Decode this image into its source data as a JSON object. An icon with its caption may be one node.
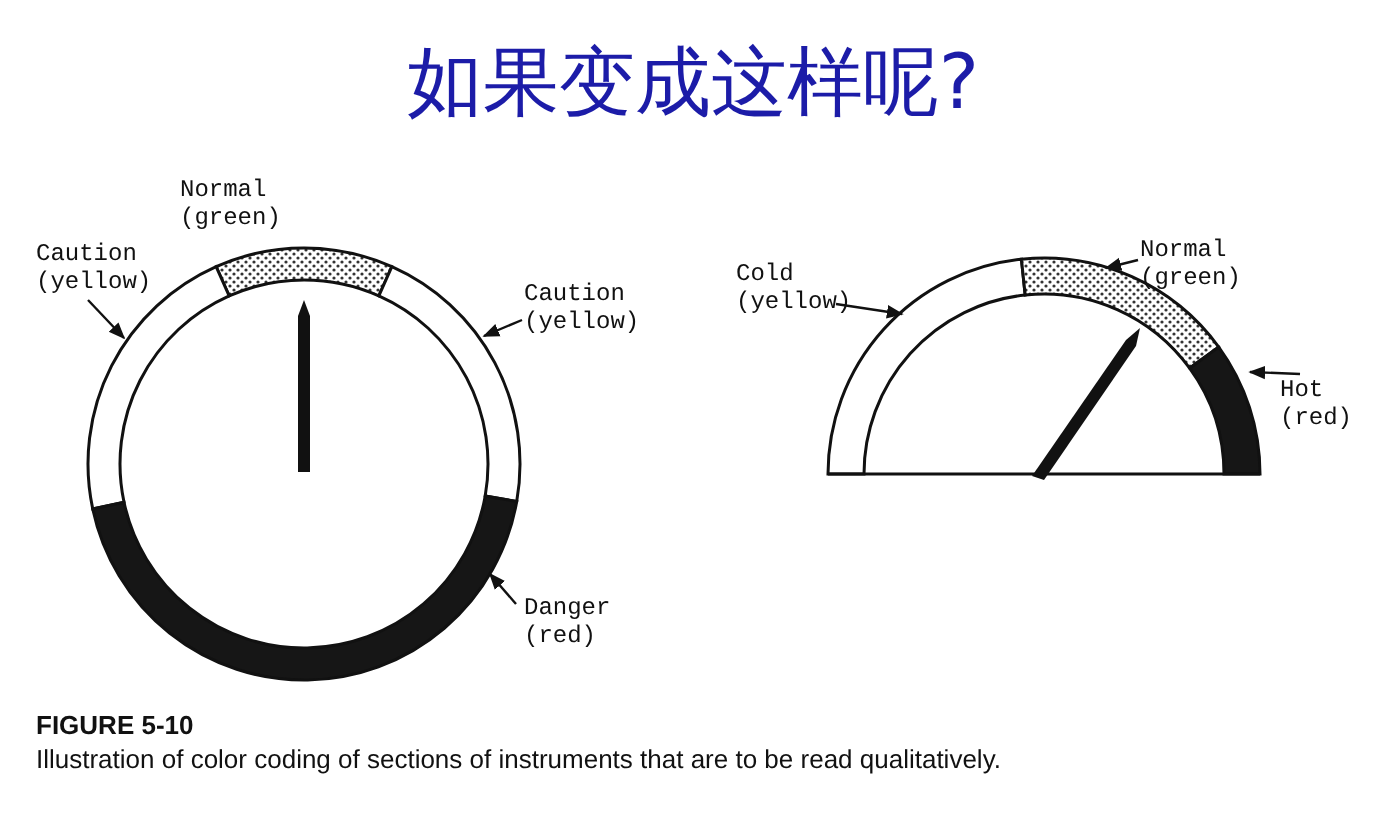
{
  "diagram": {
    "title": "如果变成这样呢?",
    "caption": "Illustration of color coding of sections of instruments that are to be read qualitatively.",
    "nodes": [
      {
        "text": [
          "Caution (yellow)"
        ]
      },
      {
        "text": [],
        "shape": "arc"
      },
      {
        "text": [
          "Caution (yellow)"
        ]
      },
      {
        "text": [],
        "shape": "arc"
      },
      {
        "text": [
          "Danger (red)"
        ]
      },
      {
        "text": [],
        "shape": "arc"
      },
      {
        "text": [
          "Cold (yellow)"
        ]
      },
      {
        "text": [],
        "shape": "arc"
      },
      {
        "text": [
          "Normal (green)"
        ]
      },
      {
        "text": [],
        "shape": "arc"
      },
      {
        "text": [
          "Hot (red)"
        ]
      },
      {
        "text": [],
        "shape": "arc"
      }
    ],
    "edges": [
      {
        "from": 0,
        "to": 1,
        "arrow": "to"
      },
      {
        "from": 2,
        "to": 3,
        "arrow": "to"
      },
      {
        "from": 4,
        "to": 5,
        "arrow": "to"
      },
      {
        "from": 6,
        "to": 7,
        "arrow": "to"
      },
      {
        "from": 8,
        "to": 9,
        "arrow": "to"
      },
      {
        "from": 10,
        "to": 11,
        "arrow": "to"
      }
    ],
    "labels": [
      "Normal (green)",
      "FIGURE 5-10"
    ]
  }
}
